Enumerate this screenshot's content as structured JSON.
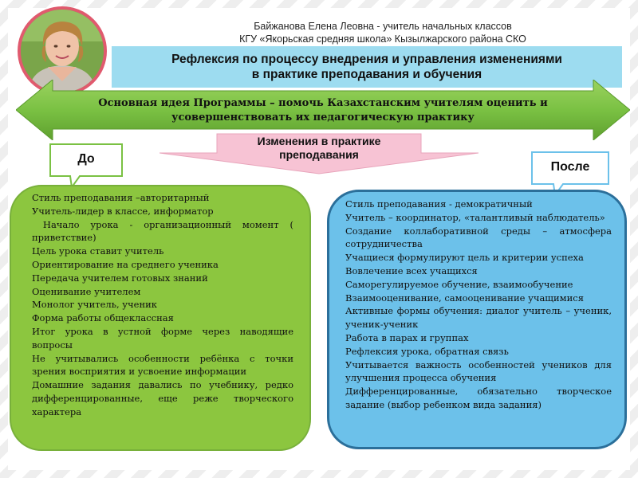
{
  "author_line1": "Байжанова Елена Леовна  - учитель начальных классов",
  "author_line2": "КГУ «Якорьская средняя школа» Кызылжарского района СКО",
  "title_line1": "Рефлексия по процессу внедрения и управления изменениями",
  "title_line2": "в практике преподавания и обучения",
  "idea_line1": "Основная идея  Программы – помочь Казахстанским учителям оценить и",
  "idea_line2": "усовершенствовать  их педагогическую практику",
  "changes_line1": "Изменения в практике",
  "changes_line2": "преподавания",
  "before_label": "До",
  "after_label": "После",
  "bullet_glyph": "",
  "before_items": [
    "Стиль преподавания –авторитарный",
    "Учитель-лидер в классе, информатор",
    " Начало урока - организационный момент ( приветствие)",
    "Цель урока ставит учитель",
    "Ориентирование на среднего ученика",
    "Передача учителем готовых знаний",
    "Оценивание учителем",
    "Монолог учитель, ученик",
    "Форма работы общеклассная",
    "Итог урока в устной форме через наводящие вопросы",
    "Не учитывались особенности ребёнка с точки зрения восприятия и усвоение информации",
    "Домашние задания давались по учебнику, редко дифференцированные, еще реже творческого характера"
  ],
  "after_items": [
    "Стиль преподавания - демократичный",
    "Учитель – координатор, «талантливый наблюдатель»",
    "Создание коллаборативной среды – атмосфера сотрудничества",
    "Учащиеся формулируют цель и критерии успеха",
    "Вовлечение всех учащихся",
    "Саморегулируемое обучение, взаимообучение",
    "Взаимооценивание, самооценивание учащимися",
    "Активные формы обучения: диалог учитель – ученик, ученик-ученик",
    "Работа в парах и группах",
    "Рефлексия урока, обратная связь",
    "Учитывается важность особенностей учеников для улучшения процесса обучения",
    "Дифференцированные, обязательно творческое задание (выбор ребенком вида задания)"
  ],
  "colors": {
    "title_bg": "#9ddcf0",
    "arrow_green": "#7ac143",
    "pink": "#f7c3d4",
    "before_panel": "#8cc63f",
    "after_panel": "#6cc1ea",
    "avatar_ring": "#e05a6e"
  }
}
